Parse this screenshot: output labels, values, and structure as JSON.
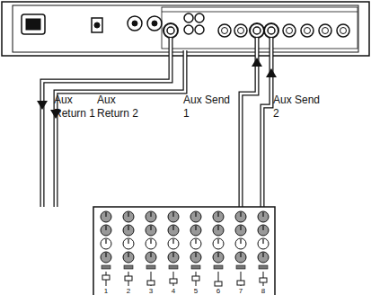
{
  "diagram": {
    "labels": [
      "Aux Return 1",
      "Aux Return 2",
      "Aux Send 1",
      "Aux Send 2",
      "1",
      "2",
      "3",
      "4",
      "5",
      "6",
      "7",
      "8"
    ]
  }
}
